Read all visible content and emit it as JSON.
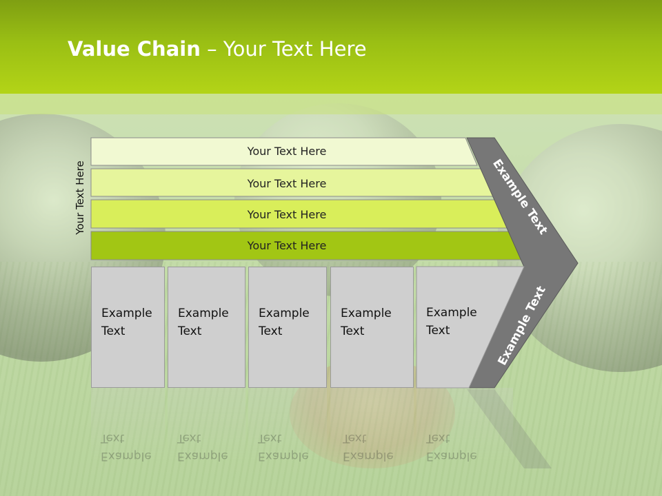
{
  "slide": {
    "title_bold": "Value Chain",
    "title_rest": " – Your Text Here",
    "side_label": "Your Text Here",
    "rows": [
      {
        "label": "Your Text Here",
        "color": "#f1f9d2"
      },
      {
        "label": "Your Text Here",
        "color": "#e6f59c"
      },
      {
        "label": "Your Text Here",
        "color": "#d9ee5a"
      },
      {
        "label": "Your Text Here",
        "color": "#a2c614"
      }
    ],
    "columns": [
      {
        "text": "Example\nText"
      },
      {
        "text": "Example\nText"
      },
      {
        "text": "Example\nText"
      },
      {
        "text": "Example\nText"
      },
      {
        "text": "Example\nText"
      }
    ],
    "chevron_upper_label": "Example Text",
    "chevron_lower_label": "Example Text",
    "colors": {
      "header": "#9abf14",
      "chevron": "#777777",
      "column_fill": "#cfcfcf"
    }
  }
}
